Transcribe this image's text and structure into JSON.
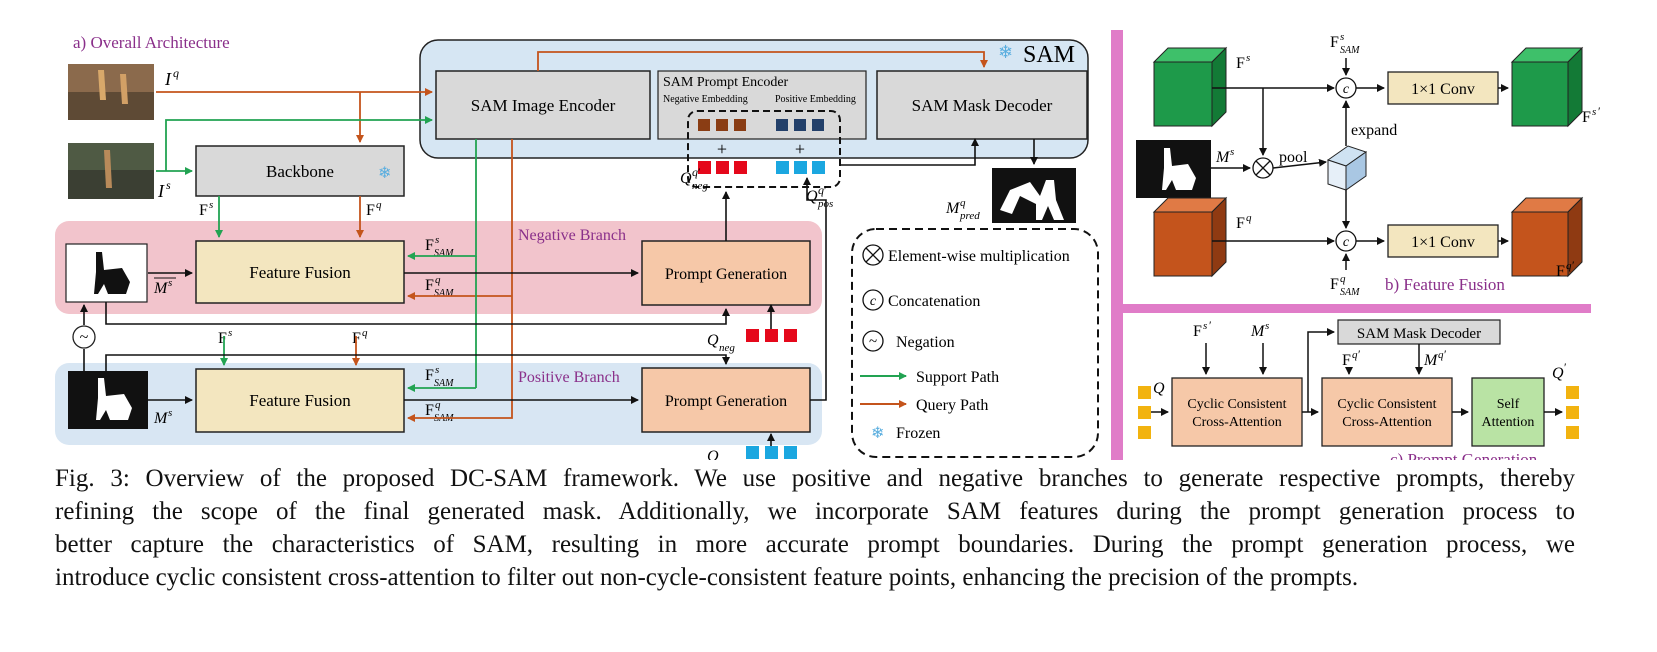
{
  "panels": {
    "overall": "a) Overall Architecture",
    "feature_fusion": "b) Feature Fusion",
    "prompt_generation": "c) Prompt Generation"
  },
  "sam": {
    "title": "SAM",
    "image_encoder": "SAM Image Encoder",
    "prompt_encoder": "SAM Prompt Encoder",
    "negative_embedding": "Negative Embedding",
    "positive_embedding": "Positive Embedding",
    "mask_decoder": "SAM Mask Decoder"
  },
  "blocks": {
    "backbone": "Backbone",
    "feature_fusion": "Feature Fusion",
    "prompt_generation": "Prompt Generation",
    "negative_branch": "Negative Branch",
    "positive_branch": "Positive Branch",
    "conv": "1×1 Conv",
    "expand": "expand",
    "pool": "pool",
    "cc_attention_line1": "Cyclic Consistent",
    "cc_attention_line2": "Cross-Attention",
    "self_attention_line1": "Self",
    "self_attention_line2": "Attention"
  },
  "symbols": {
    "F": "F",
    "M": "M",
    "I": "I",
    "Q": "Q",
    "sup_s": "s",
    "sup_q": "q",
    "sub_sam": "SAM",
    "sub_neg": "neg",
    "sub_pos": "pos",
    "sub_pred": "pred",
    "prime": "′",
    "plus": "+",
    "concat": "c",
    "tilde": "~"
  },
  "legend": {
    "multiplication": "Element-wise multiplication",
    "concatenation": "Concatenation",
    "negation": "Negation",
    "support_path": "Support Path",
    "query_path": "Query Path",
    "frozen": "Frozen"
  },
  "colors": {
    "support": "#22a352",
    "query": "#c4541c",
    "sam_bg": "#d6e6f3",
    "negative_bg": "#f2c4cc",
    "positive_bg": "#d8e6f3",
    "fusion_fill": "#f3e6bf",
    "prompt_fill": "#f6c8a8",
    "self_attn_fill": "#b9e3a4",
    "neg_token": "#e5081b",
    "pos_token": "#1ba7e0",
    "neg_embed": "#8a3d14",
    "pos_embed": "#23406a",
    "q_token": "#f2b30f",
    "divider": "#e07cc8",
    "cube_green": "#1e9a4a",
    "cube_orange": "#c4541c"
  },
  "caption": [
    "Fig. 3: Overview of the proposed DC-SAM framework. We use positive and negative branches to generate respective prompts, thereby",
    "refining the scope of the final generated mask. Additionally, we incorporate SAM features during the prompt generation process to",
    "better capture the characteristics of SAM, resulting in more accurate prompt boundaries. During the prompt generation process, we",
    "introduce cyclic consistent cross-attention to filter out non-cycle-consistent feature points, enhancing the precision of the prompts."
  ]
}
